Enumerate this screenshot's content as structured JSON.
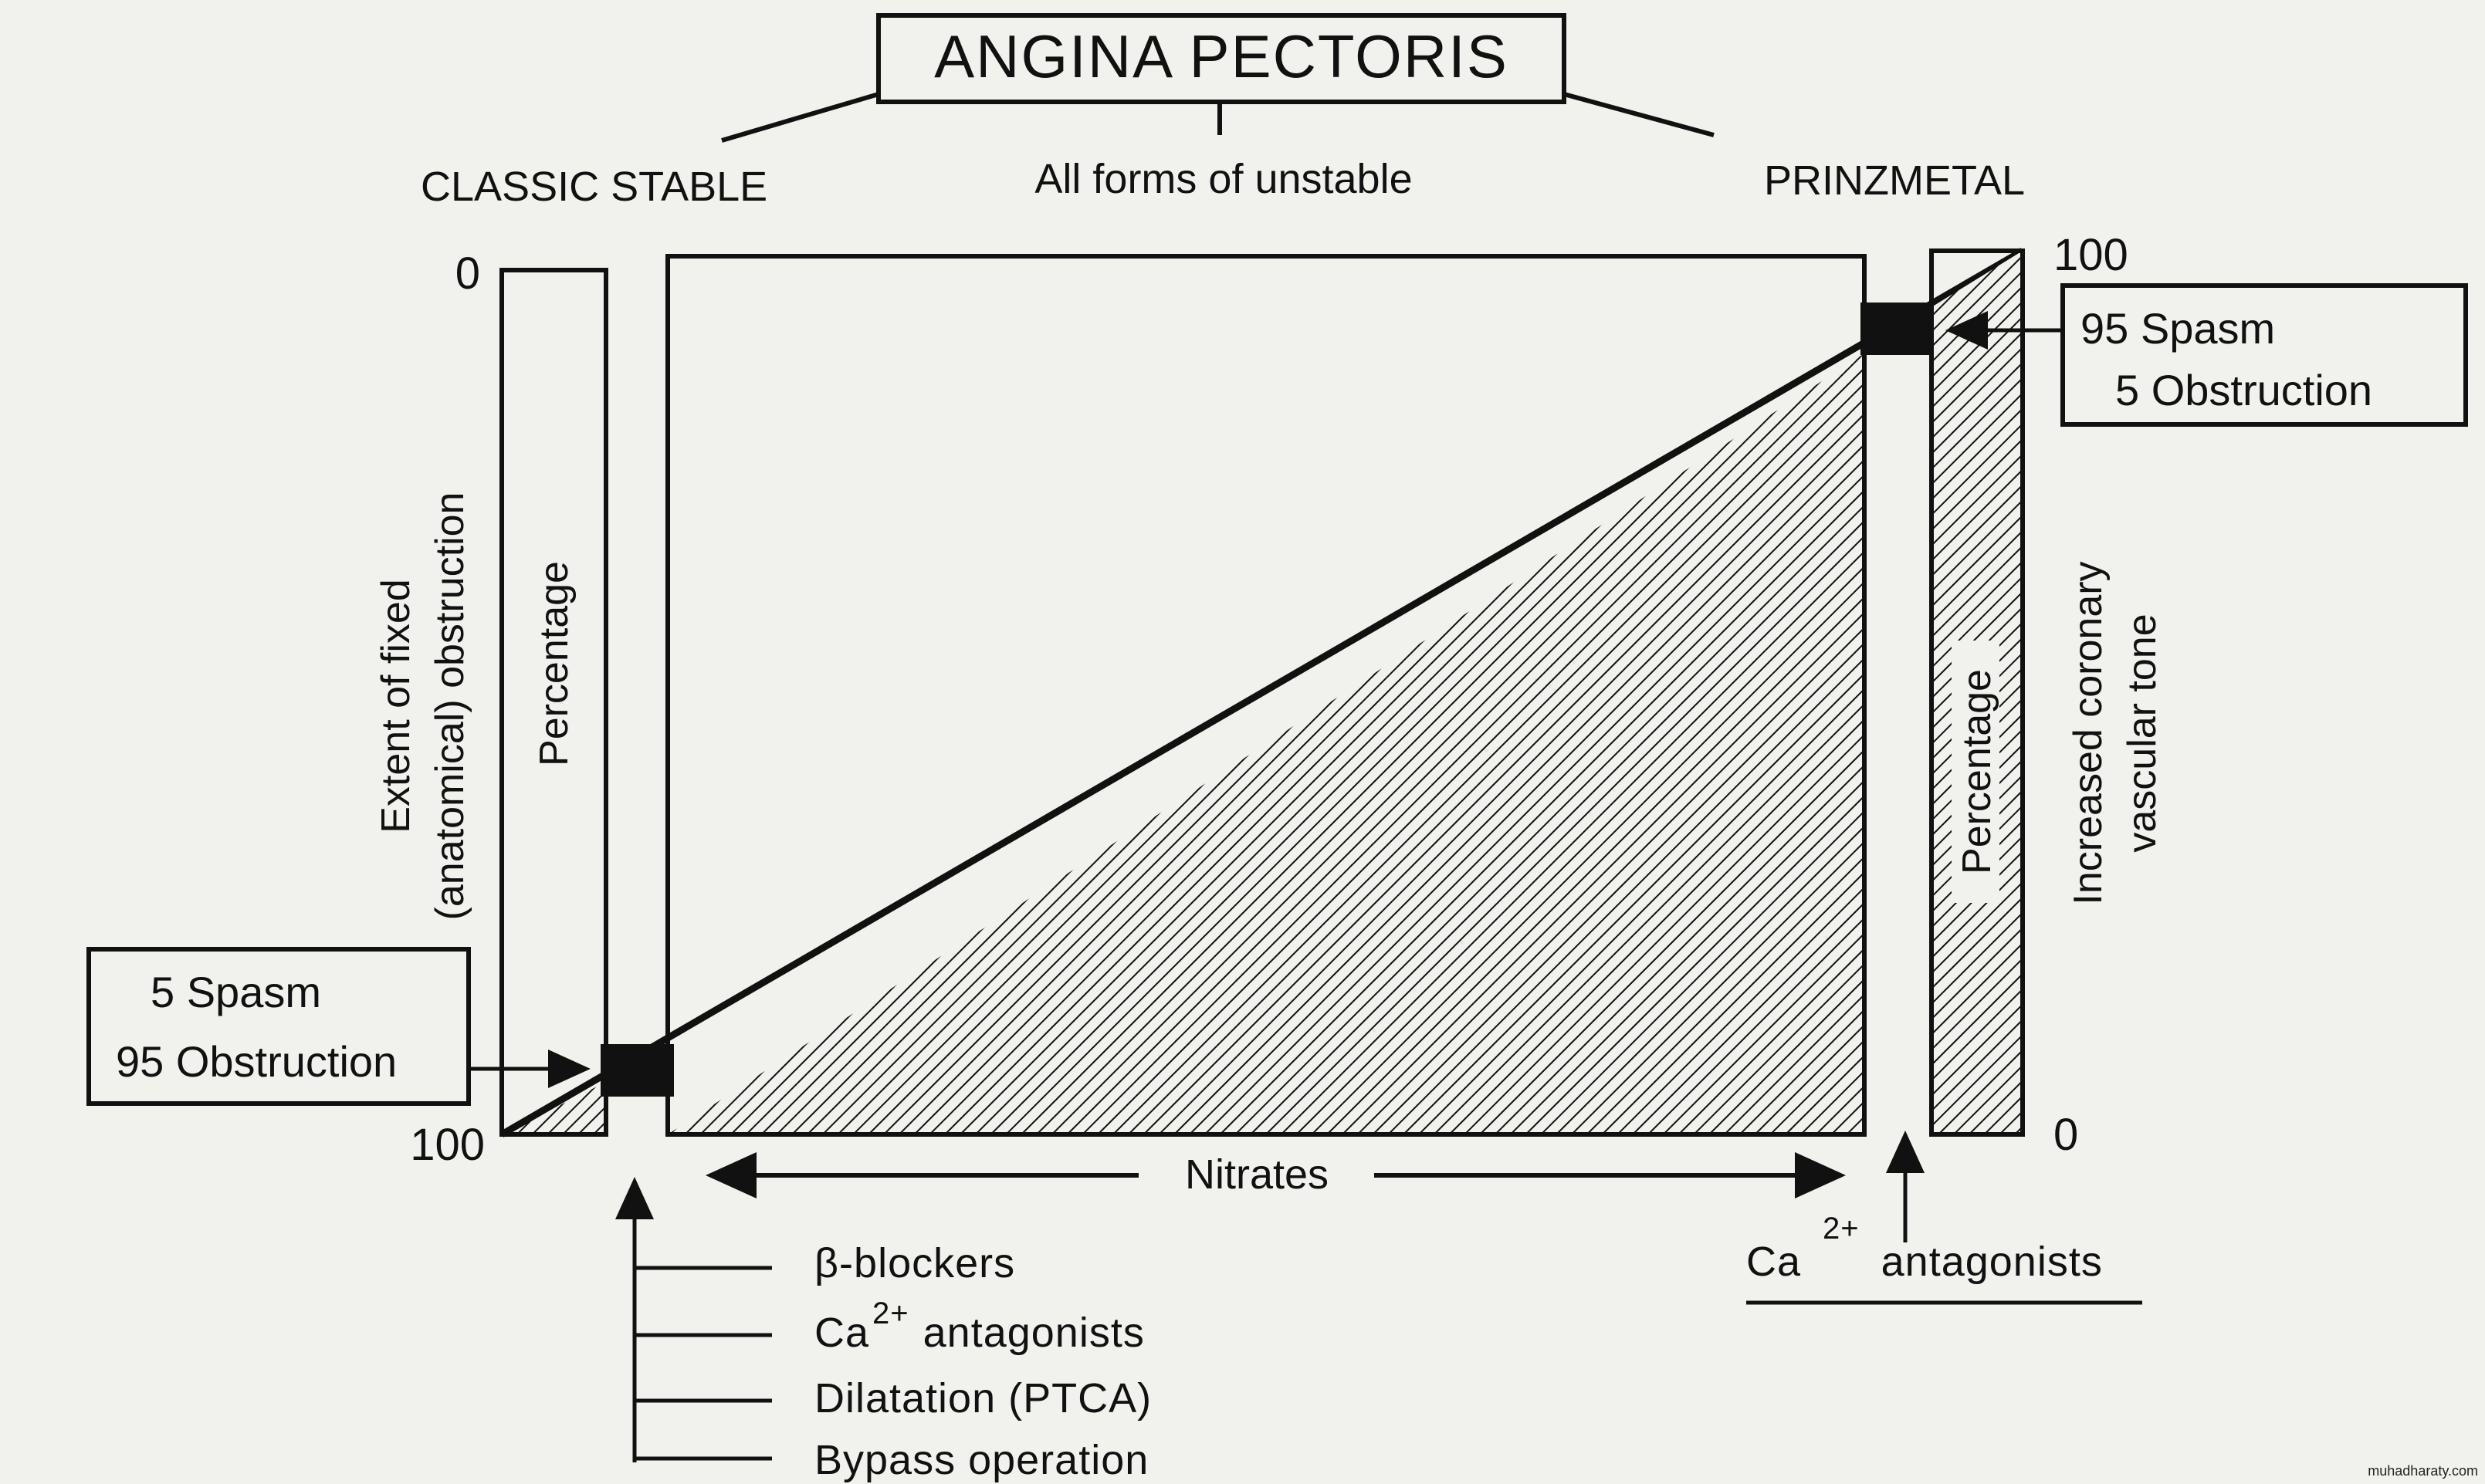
{
  "title": "ANGINA PECTORIS",
  "categories": {
    "left": "CLASSIC STABLE",
    "middle": "All forms of unstable",
    "right": "PRINZMETAL"
  },
  "left_axis": {
    "top": "0",
    "bottom": "100",
    "title_line1": "Extent of fixed",
    "title_line2": "(anatomical) obstruction",
    "bar_label": "Percentage"
  },
  "right_axis": {
    "top": "100",
    "bottom": "0",
    "title_line1": "Increased coronary",
    "title_line2": "vascular tone",
    "bar_label": "Percentage"
  },
  "left_box": {
    "line1": "5 Spasm",
    "line2": "95 Obstruction"
  },
  "right_box": {
    "line1": "95 Spasm",
    "line2": "5 Obstruction"
  },
  "nitrates_label": "Nitrates",
  "right_treatment": {
    "prefix": "Ca",
    "superscript": "2+",
    "suffix": "antagonists"
  },
  "left_treatments": [
    {
      "prefix": "β-blockers",
      "superscript": "",
      "suffix": ""
    },
    {
      "prefix": "Ca",
      "superscript": "2+",
      "suffix": "antagonists"
    },
    {
      "prefix": "Dilatation (PTCA)",
      "superscript": "",
      "suffix": ""
    },
    {
      "prefix": "Bypass operation",
      "superscript": "",
      "suffix": ""
    }
  ],
  "watermark": "muhadharaty.com",
  "colors": {
    "background": "#f1f1ee",
    "ink": "#111111"
  }
}
